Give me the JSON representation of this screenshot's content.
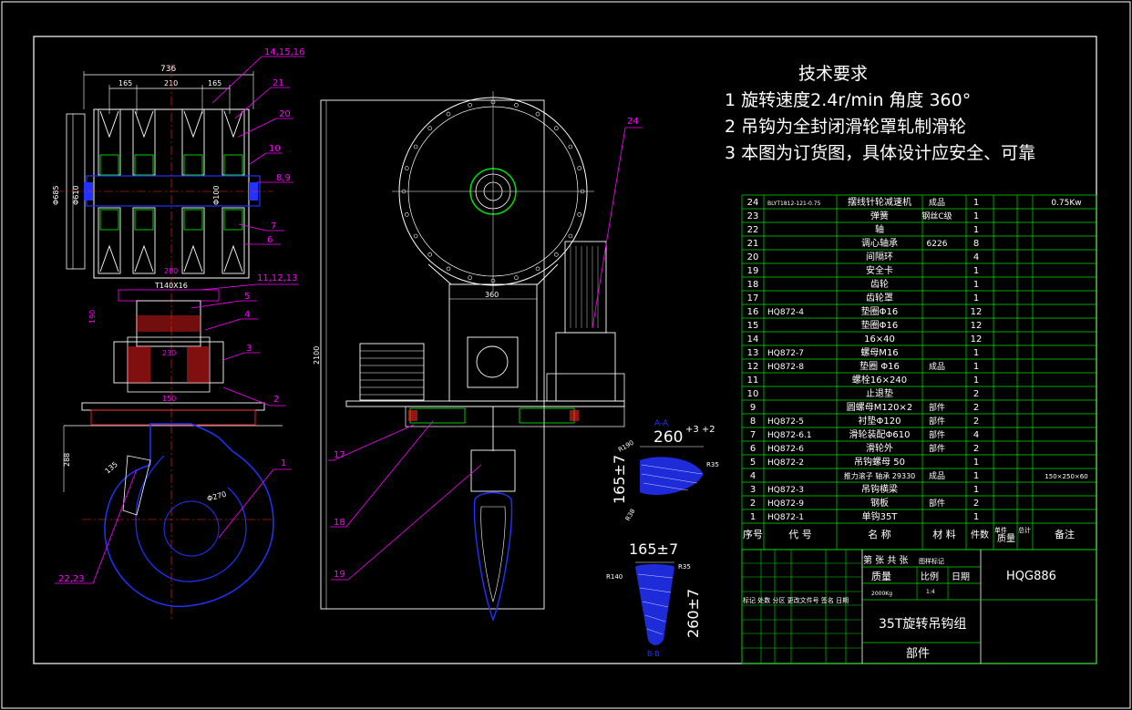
{
  "tech_requirements": {
    "heading": "技术要求",
    "lines": [
      "1 旋转速度2.4r/min  角度 360°",
      "2 吊钩为全封闭滑轮罩轧制滑轮",
      "3 本图为订货图，具体设计应安全、可靠"
    ]
  },
  "dimensions": {
    "overall_width": "736",
    "pitch_left": "165",
    "pitch_mid": "210",
    "pitch_right": "165",
    "diam_685": "Φ685",
    "diam_610": "Φ610",
    "diam_100": "Φ100",
    "diam_280": "280",
    "thread": "T140X16",
    "nut_190": "190",
    "ring_230": "230",
    "ring_150": "150",
    "hook_288": "288",
    "hook_135": "135",
    "hook_r270": "Φ270",
    "height_2100": "2100",
    "base_360": "360",
    "sec_a_title": "A-A",
    "sec_a_w": "260",
    "sec_a_tol": "+3 +2",
    "sec_a_h": "165±7",
    "sec_a_r190": "R190",
    "sec_a_r35": "R35",
    "sec_a_r38": "R38",
    "sec_b_top": "165±7",
    "sec_b_h": "260±7",
    "sec_b_r140": "R140",
    "sec_b_r35": "R35",
    "sec_b_title": "B-B"
  },
  "leaders_left": [
    "14,15,16",
    "21",
    "20",
    "10",
    "8,9",
    "7",
    "6",
    "11,12,13",
    "5",
    "4",
    "3",
    "2",
    "1",
    "22,23"
  ],
  "leaders_mid": [
    "24",
    "17",
    "18",
    "19"
  ],
  "bom": [
    {
      "no": "24",
      "code": "BLYT1812-121-0.75",
      "name": "摆线针轮减速机",
      "mat": "成品",
      "qty": "1",
      "note": "0.75Kw"
    },
    {
      "no": "23",
      "code": "",
      "name": "弹簧",
      "mat": "钢丝C级",
      "qty": "1",
      "note": ""
    },
    {
      "no": "22",
      "code": "",
      "name": "轴",
      "mat": "",
      "qty": "1",
      "note": ""
    },
    {
      "no": "21",
      "code": "",
      "name": "调心轴承",
      "mat": "6226",
      "qty": "8",
      "note": ""
    },
    {
      "no": "20",
      "code": "",
      "name": "间隔环",
      "mat": "",
      "qty": "4",
      "note": ""
    },
    {
      "no": "19",
      "code": "",
      "name": "安全卡",
      "mat": "",
      "qty": "1",
      "note": ""
    },
    {
      "no": "18",
      "code": "",
      "name": "齿轮",
      "mat": "",
      "qty": "1",
      "note": ""
    },
    {
      "no": "17",
      "code": "",
      "name": "齿轮罩",
      "mat": "",
      "qty": "1",
      "note": ""
    },
    {
      "no": "16",
      "code": "HQ872-4",
      "name": "垫圈Φ16",
      "mat": "",
      "qty": "12",
      "note": ""
    },
    {
      "no": "15",
      "code": "",
      "name": "垫圈Φ16",
      "mat": "",
      "qty": "12",
      "note": ""
    },
    {
      "no": "14",
      "code": "",
      "name": "16×40",
      "mat": "",
      "qty": "12",
      "note": ""
    },
    {
      "no": "13",
      "code": "HQ872-7",
      "name": "螺母M16",
      "mat": "",
      "qty": "1",
      "note": ""
    },
    {
      "no": "12",
      "code": "HQ872-8",
      "name": "垫圈 Φ16",
      "mat": "成品",
      "qty": "1",
      "note": ""
    },
    {
      "no": "11",
      "code": "",
      "name": "螺栓16×240",
      "mat": "",
      "qty": "1",
      "note": ""
    },
    {
      "no": "10",
      "code": "",
      "name": "止退垫",
      "mat": "",
      "qty": "2",
      "note": ""
    },
    {
      "no": "9",
      "code": "",
      "name": "圆螺母M120×2",
      "mat": "部件",
      "qty": "2",
      "note": ""
    },
    {
      "no": "8",
      "code": "HQ872-5",
      "name": "衬垫Φ120",
      "mat": "部件",
      "qty": "2",
      "note": ""
    },
    {
      "no": "7",
      "code": "HQ872-6.1",
      "name": "滑轮装配Φ610",
      "mat": "部件",
      "qty": "4",
      "note": ""
    },
    {
      "no": "6",
      "code": "HQ872-6",
      "name": "滑轮外",
      "mat": "部件",
      "qty": "2",
      "note": ""
    },
    {
      "no": "5",
      "code": "HQ872-2",
      "name": "吊钩螺母 50",
      "mat": "",
      "qty": "1",
      "note": ""
    },
    {
      "no": "4",
      "code": "",
      "name": "推力滚子 轴承 29330",
      "mat": "成品",
      "qty": "1",
      "note": "150×250×60"
    },
    {
      "no": "3",
      "code": "HQ872-3",
      "name": "吊钩横梁",
      "mat": "",
      "qty": "1",
      "note": ""
    },
    {
      "no": "2",
      "code": "HQ872-9",
      "name": "钢板",
      "mat": "部件",
      "qty": "2",
      "note": ""
    },
    {
      "no": "1",
      "code": "HQ872-1",
      "name": "单钩35T",
      "mat": "",
      "qty": "1",
      "note": ""
    }
  ],
  "bom_header": {
    "no": "序号",
    "code": "代  号",
    "name": "名  称",
    "mat": "材  料",
    "qty": "件数",
    "unit_weight": "单件",
    "total_weight": "总计",
    "weight": "质量",
    "note": "备注"
  },
  "title_block": {
    "sheet": "第 张 共 张",
    "scale_note": "图样标记",
    "mass_label": "质量",
    "scale_label": "比例",
    "date_label": "日期",
    "mass_value": "2000Kg",
    "scale_value": "1:4",
    "revision_labels": "标记 处数 分区 更改文件号 签名 日期",
    "drawing_no": "HQG886",
    "title": "35T旋转吊钩组",
    "category": "部件"
  },
  "colors": {
    "frame": "#ffffff",
    "blue": "#2233ff",
    "green": "#00e000",
    "magenta": "#ff00ff",
    "red": "#ff2020",
    "cyan": "#00ffff",
    "yellow": "#ffff00"
  }
}
